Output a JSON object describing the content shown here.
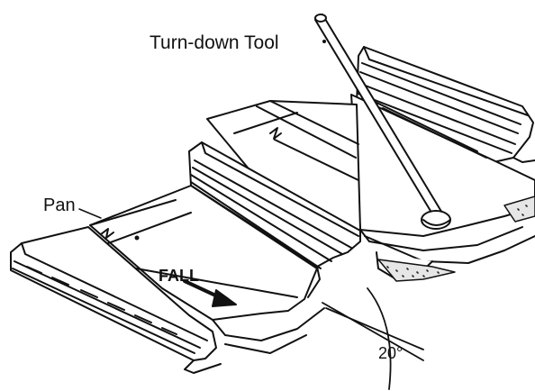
{
  "labels": {
    "tool": "Turn-down Tool",
    "pan": "Pan",
    "fall": "FALL",
    "angle": "20°"
  },
  "colors": {
    "ink": "#111111",
    "paper": "#ffffff",
    "shade": "#d8d8d8"
  }
}
